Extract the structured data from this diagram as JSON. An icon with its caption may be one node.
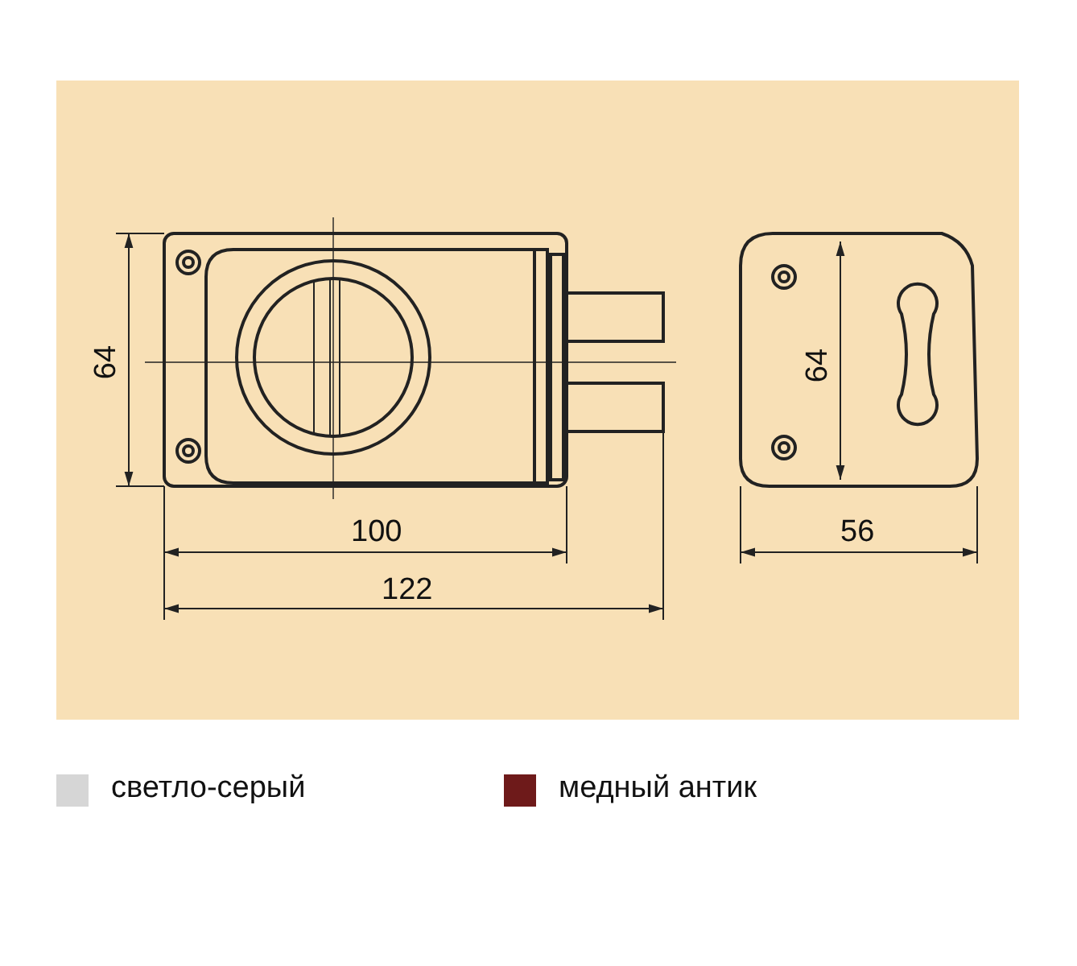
{
  "diagram": {
    "labels": [
      "64",
      "100",
      "122",
      "64",
      "56"
    ],
    "legend": [
      {
        "text": "светло-серый",
        "color": "#d6d6d6"
      },
      {
        "text": "медный антик",
        "color": "#6e1a1a"
      }
    ]
  }
}
